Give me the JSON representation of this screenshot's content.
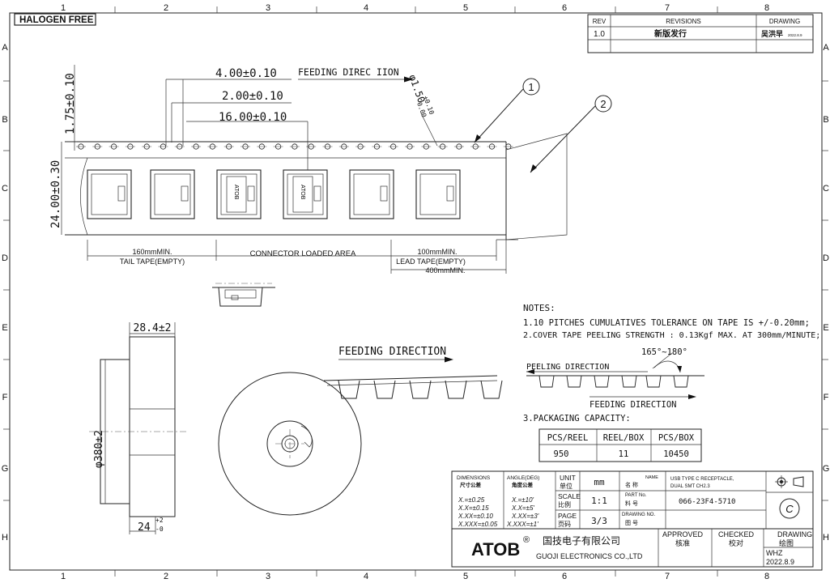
{
  "border": {
    "columns": [
      "1",
      "2",
      "3",
      "4",
      "5",
      "6",
      "7",
      "8"
    ],
    "rows": [
      "A",
      "B",
      "C",
      "D",
      "E",
      "F",
      "G",
      "H"
    ]
  },
  "halogen_label": "HALOGEN FREE",
  "revisions": {
    "headers": [
      "REV",
      "REVISIONS",
      "DRAWING"
    ],
    "rows": [
      {
        "rev": "1.0",
        "desc": "新版发行",
        "drawing": "吴洪早",
        "date": "2022.8.9"
      }
    ]
  },
  "tape": {
    "dim_pitch_hole": "4.00±0.10",
    "dim_half_pitch": "2.00±0.10",
    "dim_pitch": "16.00±0.10",
    "dim_edge": "1.75±0.10",
    "dim_width": "24.00±0.30",
    "dim_hole": "φ1.50",
    "dim_hole_tol_plus": "+0.10",
    "dim_hole_tol_minus": "-0.00",
    "feeding": "FEEDING DIREC IION",
    "callout_1": "1",
    "callout_2": "2",
    "pocket_mark": "ATOB",
    "tail_min": "160mmMIN.",
    "tail_label": "TAIL TAPE(EMPTY)",
    "loaded": "CONNECTOR LOADED AREA",
    "lead_min": "100mmMIN.",
    "lead_label": "LEAD TAPE(EMPTY)",
    "lead_total": "400mmMIN."
  },
  "reel": {
    "width": "28.4±2",
    "diameter": "φ380±2",
    "hub": "24",
    "hub_tol_plus": "+2",
    "hub_tol_minus": "-0",
    "feeding": "FEEDING DIRECTION"
  },
  "notes": {
    "title": "NOTES:",
    "line1": "1.10 PITCHES CUMULATIVES TOLERANCE ON TAPE IS +/-0.20mm;",
    "line2": "2.COVER TAPE PEELING STRENGTH : 0.13Kgf MAX. AT 300mm/MINUTE;",
    "angle": "165°~180°",
    "peeling": "PEELING DIRECTION",
    "feeding": "FEEDING DIRECTION",
    "line3": "3.PACKAGING CAPACITY:"
  },
  "capacity": {
    "headers": [
      "PCS/REEL",
      "REEL/BOX",
      "PCS/BOX"
    ],
    "values": [
      "950",
      "11",
      "10450"
    ]
  },
  "title_block": {
    "dimensions_label": "DIMENSIONS",
    "dimensions_cn": "尺寸公差",
    "angle_label": "ANGLE(DEG)",
    "angle_cn": "角度公差",
    "tol_x": "X.=±0.25",
    "tol_xx": "X.X=±0.15",
    "tol_xxx": "X.XX=±0.10",
    "tol_xxxx": "X.XXX=±0.05",
    "ang_x": "X.=±10'",
    "ang_xx": "X.X=±5'",
    "ang_xxx": "X.XX=±3'",
    "ang_xxxx": "X.XXX=±1'",
    "unit_label": "UNIT",
    "unit_cn": "单位",
    "unit_value": "mm",
    "name_label": "NAME",
    "name_cn": "名 称",
    "name_value_1": "USB TYPE C RECEPTACLE,",
    "name_value_2": "DUAL SMT CH2.3",
    "scale_label": "SCALE",
    "scale_cn": "比例",
    "scale_value": "1:1",
    "part_label": "PART No.",
    "part_cn": "料 号",
    "part_value": "066-23F4-5710",
    "page_label": "PAGE",
    "page_cn": "页码",
    "page_value": "3/3",
    "drawing_no_label": "DRAWING NO.",
    "drawing_no_cn": "图 号",
    "copyright": "C",
    "company_logo": "ATOB",
    "company_reg": "®",
    "company_cn": "国技电子有限公司",
    "company_en": "GUOJI ELECTRONICS CO.,LTD",
    "approved_label": "APPROVED",
    "approved_cn": "核准",
    "checked_label": "CHECKED",
    "checked_cn": "校对",
    "drawing_label": "DRAWING",
    "drawing_cn": "绘图",
    "drawer": "WHZ",
    "date": "2022.8.9"
  }
}
